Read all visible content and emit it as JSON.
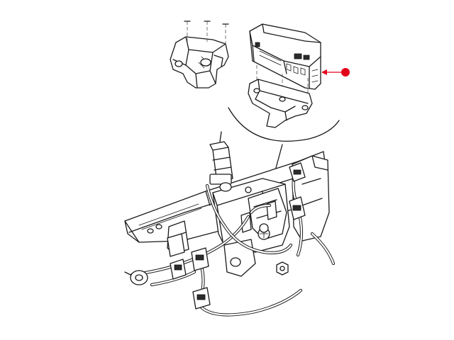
{
  "figure": {
    "background": "#ffffff",
    "line_color": "#1a1a1a",
    "callout_color": "#e3001b"
  },
  "callout": {
    "marker": "red-dot",
    "target": "fuse-relay-box"
  },
  "parts": [
    "mounting-bracket",
    "fuse-relay-box",
    "box-support-bracket",
    "steering-column",
    "dash-panel-frame",
    "wiring-harness",
    "connectors"
  ]
}
